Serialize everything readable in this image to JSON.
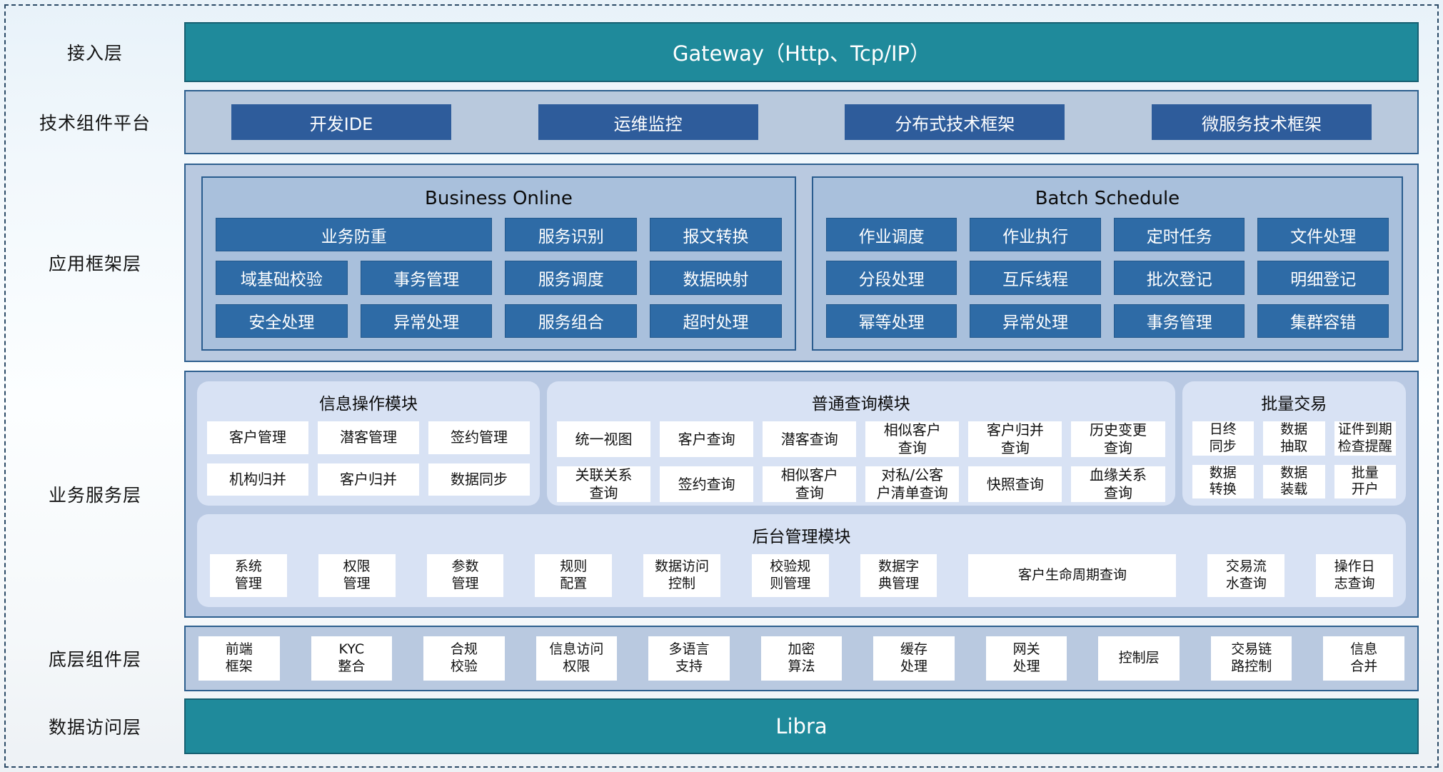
{
  "colors": {
    "teal": "#1f8a9b",
    "outer_panel_bg": "#b9c9e0",
    "outer_panel_border": "#2d5f8e",
    "tech_button": "#2e5c9b",
    "framework_button": "#2e6ba6",
    "inner_panel": "#d8e2f4",
    "chip_bg": "#ffffff"
  },
  "layers": {
    "access": {
      "label": "接入层",
      "bar_text": "Gateway（Http、Tcp/IP）"
    },
    "tech": {
      "label": "技术组件平台",
      "items": [
        "开发IDE",
        "运维监控",
        "分布式技术框架",
        "微服务技术框架"
      ]
    },
    "framework": {
      "label": "应用框架层",
      "business_online": {
        "title": "Business Online",
        "items": [
          {
            "label": "业务防重",
            "span": 2
          },
          {
            "label": "服务识别"
          },
          {
            "label": "报文转换"
          },
          {
            "label": "域基础校验"
          },
          {
            "label": "事务管理"
          },
          {
            "label": "服务调度"
          },
          {
            "label": "数据映射"
          },
          {
            "label": "安全处理"
          },
          {
            "label": "异常处理"
          },
          {
            "label": "服务组合"
          },
          {
            "label": "超时处理"
          }
        ]
      },
      "batch_schedule": {
        "title": "Batch Schedule",
        "items": [
          "作业调度",
          "作业执行",
          "定时任务",
          "文件处理",
          "分段处理",
          "互斥线程",
          "批次登记",
          "明细登记",
          "幂等处理",
          "异常处理",
          "事务管理",
          "集群容错"
        ]
      }
    },
    "service": {
      "label": "业务服务层",
      "info_module": {
        "title": "信息操作模块",
        "items": [
          "客户管理",
          "潜客管理",
          "签约管理",
          "机构归并",
          "客户归并",
          "数据同步"
        ]
      },
      "query_module": {
        "title": "普通查询模块",
        "items": [
          "统一视图",
          "客户查询",
          "潜客查询",
          "相似客户\n查询",
          "客户归并\n查询",
          "历史变更\n查询",
          "关联关系\n查询",
          "签约查询",
          "相似客户\n查询",
          "对私/公客\n户清单查询",
          "快照查询",
          "血缘关系\n查询"
        ]
      },
      "batch_trade": {
        "title": "批量交易",
        "items": [
          "日终\n同步",
          "数据\n抽取",
          "证件到期\n检查提醒",
          "数据\n转换",
          "数据\n装载",
          "批量\n开户"
        ]
      },
      "admin_module": {
        "title": "后台管理模块",
        "items": [
          {
            "label": "系统\n管理"
          },
          {
            "label": "权限\n管理"
          },
          {
            "label": "参数\n管理"
          },
          {
            "label": "规则\n配置"
          },
          {
            "label": "数据访问\n控制"
          },
          {
            "label": "校验规\n则管理"
          },
          {
            "label": "数据字\n典管理"
          },
          {
            "label": "客户生命周期查询",
            "wide": true
          },
          {
            "label": "交易流\n水查询"
          },
          {
            "label": "操作日\n志查询"
          }
        ]
      }
    },
    "base": {
      "label": "底层组件层",
      "items": [
        "前端\n框架",
        "KYC\n整合",
        "合规\n校验",
        "信息访问\n权限",
        "多语言\n支持",
        "加密\n算法",
        "缓存\n处理",
        "网关\n处理",
        "控制层",
        "交易链\n路控制",
        "信息\n合并"
      ]
    },
    "data_access": {
      "label": "数据访问层",
      "bar_text": "Libra"
    }
  }
}
